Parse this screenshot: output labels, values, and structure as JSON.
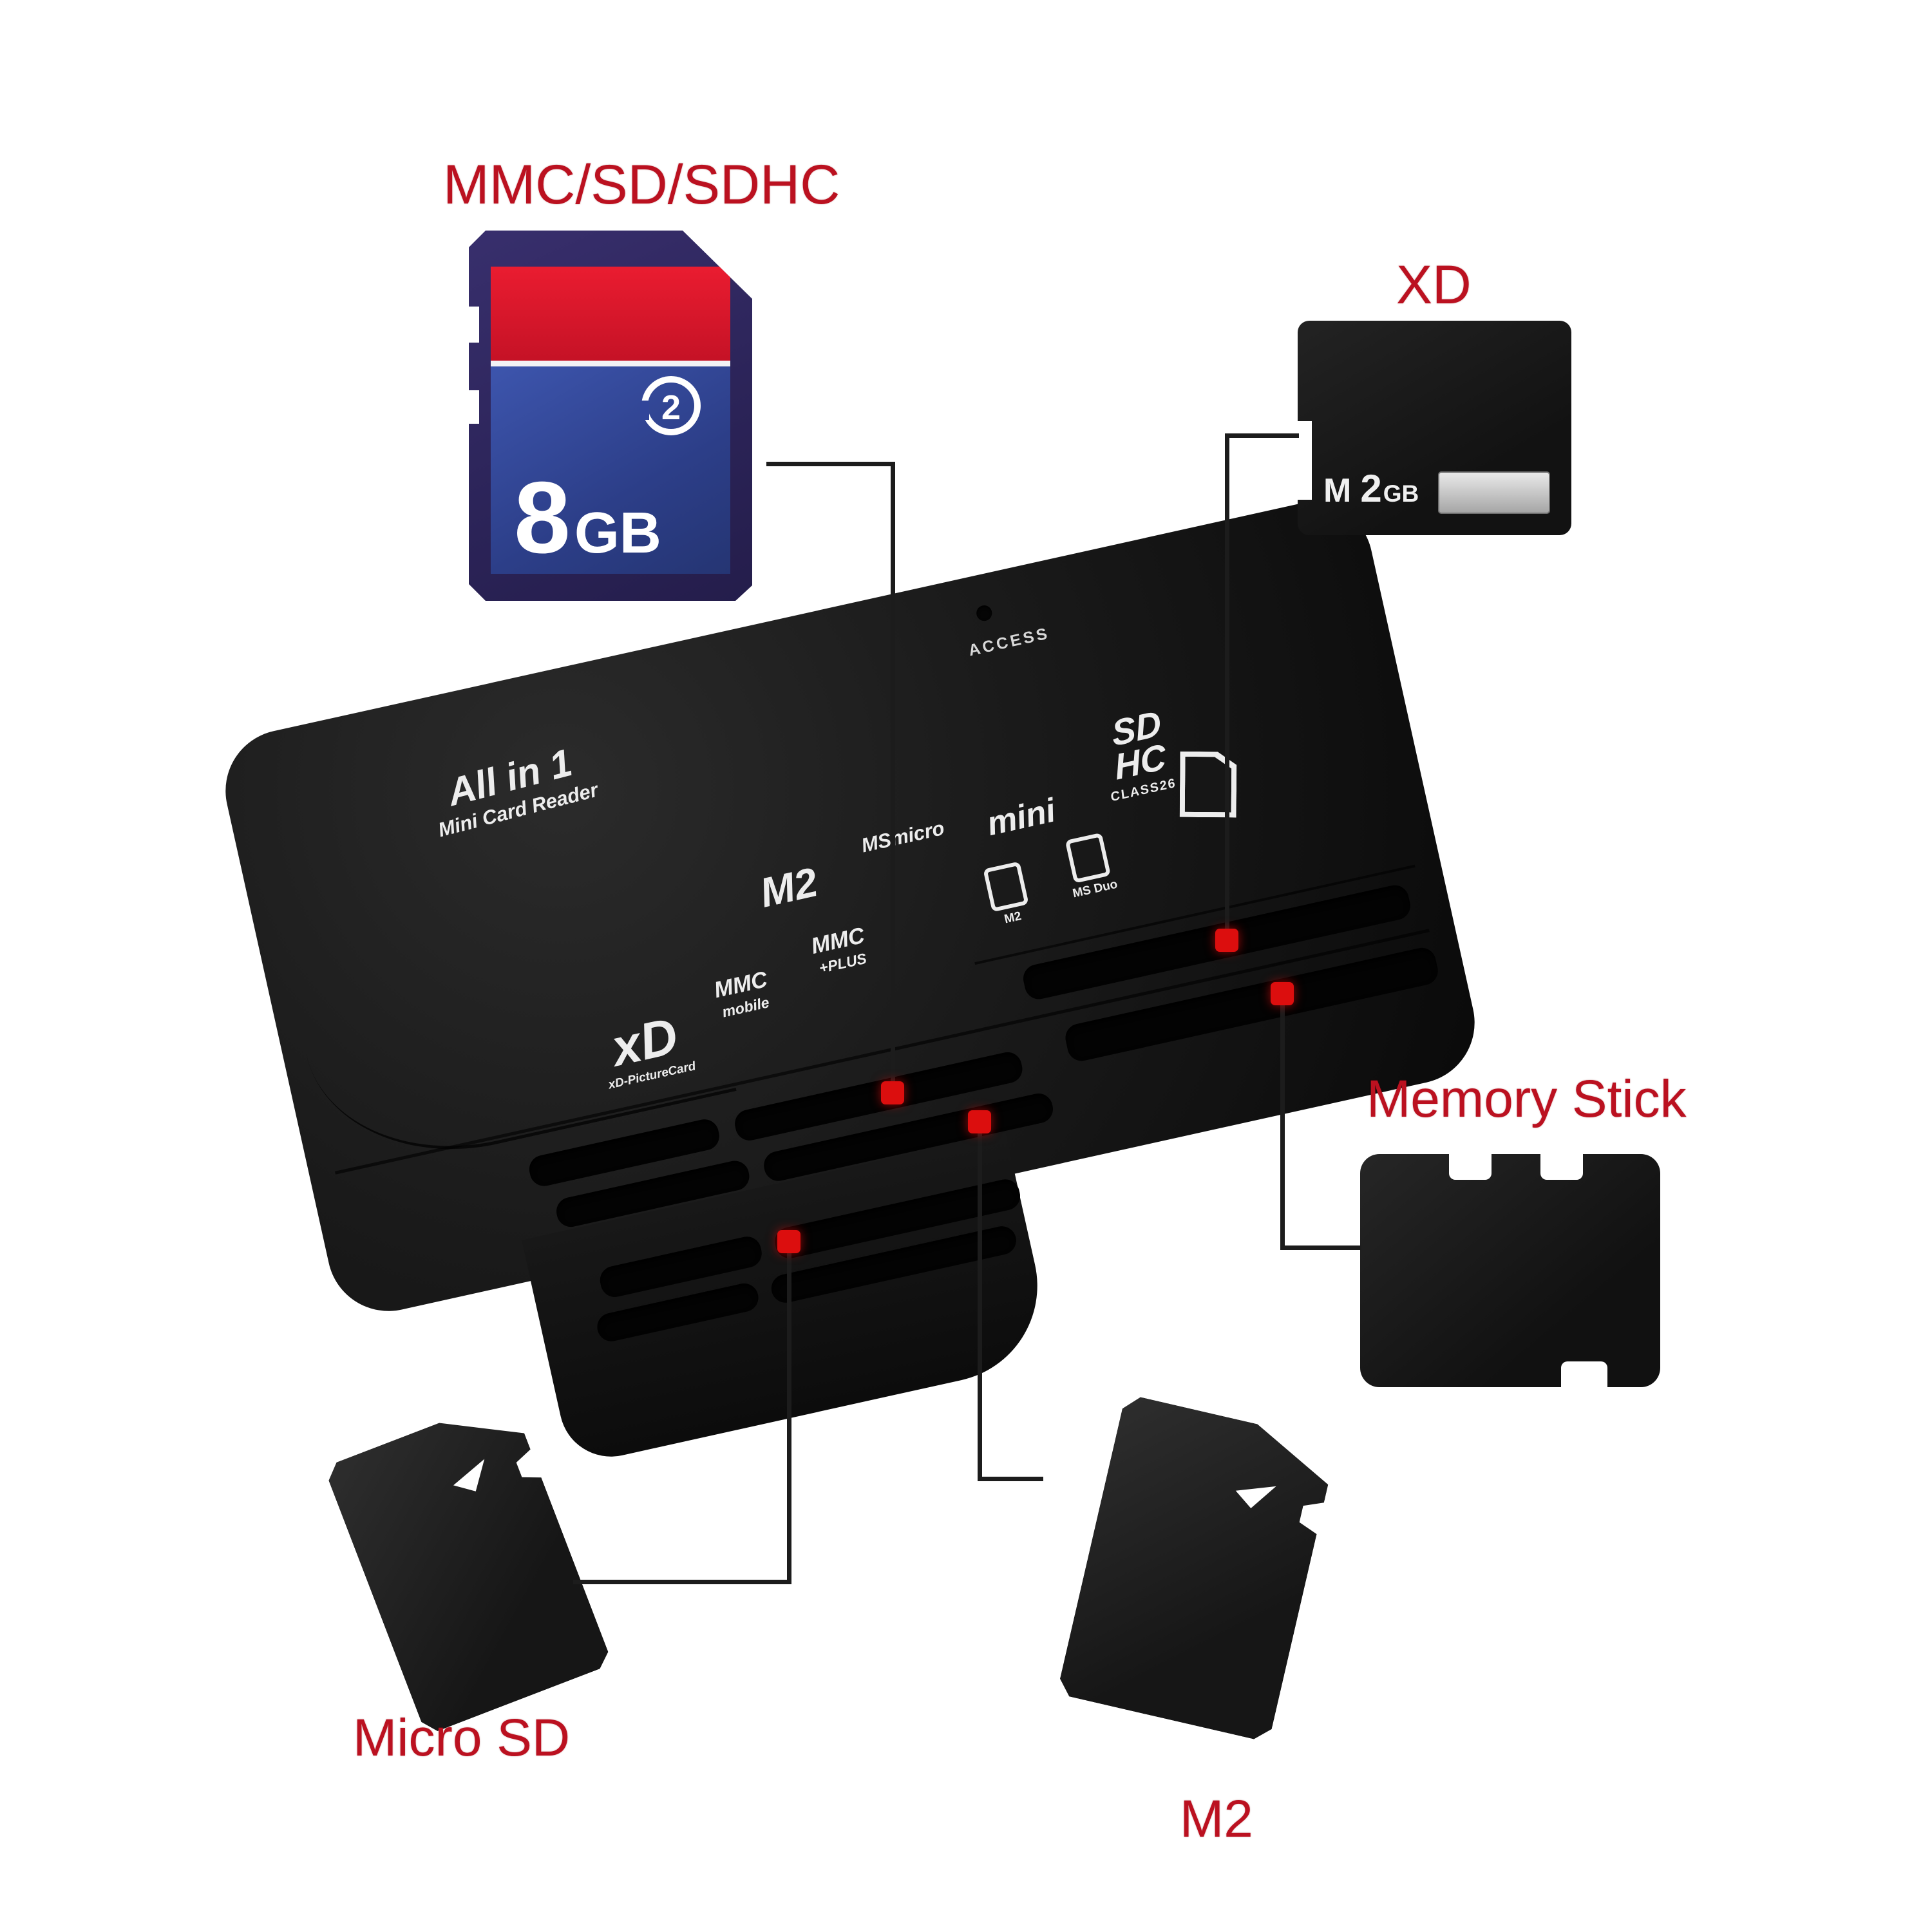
{
  "scene": {
    "background": "#ffffff",
    "label_color": "#bb1120",
    "line_color": "#1c1c1c",
    "slot_dot_color": "#dc0e0e",
    "description": "All-in-one memory card reader product photo with labeled card types"
  },
  "labels": {
    "mmc_sd_sdhc": "MMC/SD/SDHC",
    "xd": "XD",
    "memory_stick": "Memory Stick",
    "micro_sd": "Micro SD",
    "m2": "M2"
  },
  "sd_card": {
    "capacity": "8",
    "unit": "GB",
    "speed_class": "2",
    "colors": {
      "shell": "#2c2459",
      "stripe": "#d6192b",
      "panel": "#2c3e88"
    }
  },
  "xd_card": {
    "brand_letter": "M",
    "capacity_number": "2",
    "capacity_unit": "GB",
    "colors": {
      "shell": "#191919",
      "label_strip": "#c9c9c9"
    }
  },
  "reader": {
    "body_color": "#181818",
    "prints": {
      "allin1_line1": "All in 1",
      "allin1_line2": "Mini Card Reader",
      "access": "ACCESS",
      "sdhc_top": "SD",
      "sdhc_bottom": "HC",
      "sdhc_class": "CLASS26",
      "mini": "mini",
      "ms_micro": "MSmicro",
      "m2": "M2",
      "icon_m2": "M2",
      "icon_ms_duo": "MS Duo",
      "mmc_plus_top": "MMC",
      "mmc_plus_bottom": "+PLUS",
      "mmc_mobile_top": "MMC",
      "mmc_mobile_bottom": "mobile",
      "xd_logo": "xD",
      "xd_logo_sub": "xD-PictureCard"
    }
  }
}
